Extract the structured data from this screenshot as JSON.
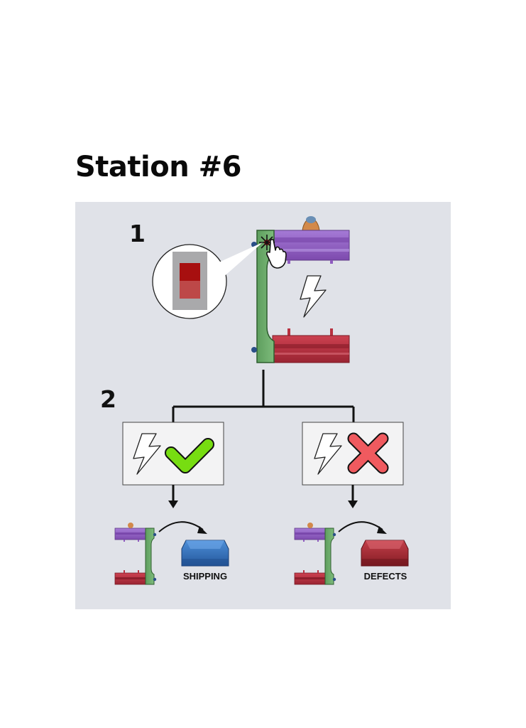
{
  "title": "Station #6",
  "steps": {
    "step1": "1",
    "step2": "2"
  },
  "outcomes": {
    "pass": {
      "bin_label": "SHIPPING",
      "bin_color": "#2e6fc0",
      "mark": "check-mark"
    },
    "fail": {
      "bin_label": "DEFECTS",
      "bin_color": "#a8252e",
      "mark": "x-mark"
    }
  },
  "colors": {
    "panel_bg": "#e0e2e8",
    "frame_green": "#6aa86a",
    "upper_part_purple": "#8f5bbf",
    "lower_part_red": "#b83140",
    "check_green": "#77dd11",
    "cross_red": "#f05a5f",
    "switch_red": "#b01010"
  },
  "icons": [
    "lightning-icon",
    "hand-pointer-icon",
    "toggle-switch-icon",
    "check-icon",
    "x-icon",
    "arrow-icon",
    "bin-icon"
  ]
}
